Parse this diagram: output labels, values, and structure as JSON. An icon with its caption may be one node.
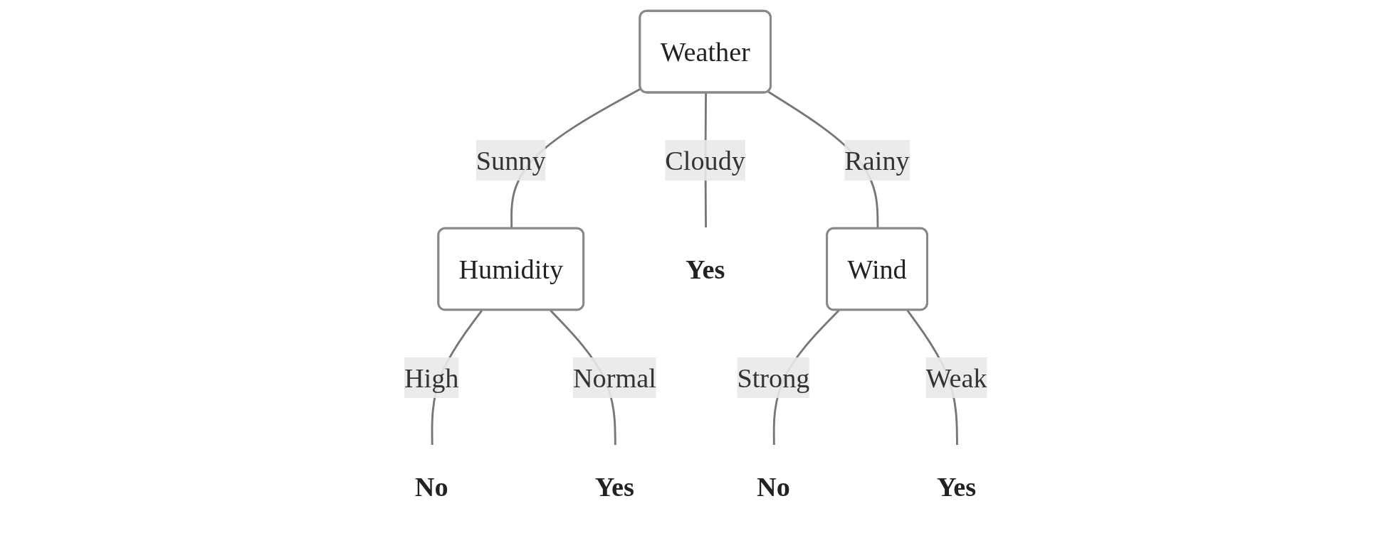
{
  "diagram": {
    "nodes": [
      {
        "text": [
          "Weather"
        ]
      },
      {
        "text": [
          "Humidity"
        ]
      },
      {
        "text": [
          "Yes"
        ]
      },
      {
        "text": [
          "Wind"
        ]
      },
      {
        "text": [
          "No"
        ]
      },
      {
        "text": [
          "Yes"
        ]
      },
      {
        "text": [
          "No"
        ]
      },
      {
        "text": [
          "Yes"
        ]
      }
    ],
    "edges": [
      {
        "from": 0,
        "to": 1,
        "label": "Sunny",
        "arrow": "none"
      },
      {
        "from": 0,
        "to": 2,
        "label": "Cloudy",
        "arrow": "none"
      },
      {
        "from": 0,
        "to": 3,
        "label": "Rainy",
        "arrow": "none"
      },
      {
        "from": 1,
        "to": 4,
        "label": "High",
        "arrow": "none"
      },
      {
        "from": 1,
        "to": 5,
        "label": "Normal",
        "arrow": "none"
      },
      {
        "from": 3,
        "to": 6,
        "label": "Strong",
        "arrow": "none"
      },
      {
        "from": 3,
        "to": 7,
        "label": "Weak",
        "arrow": "none"
      }
    ]
  }
}
